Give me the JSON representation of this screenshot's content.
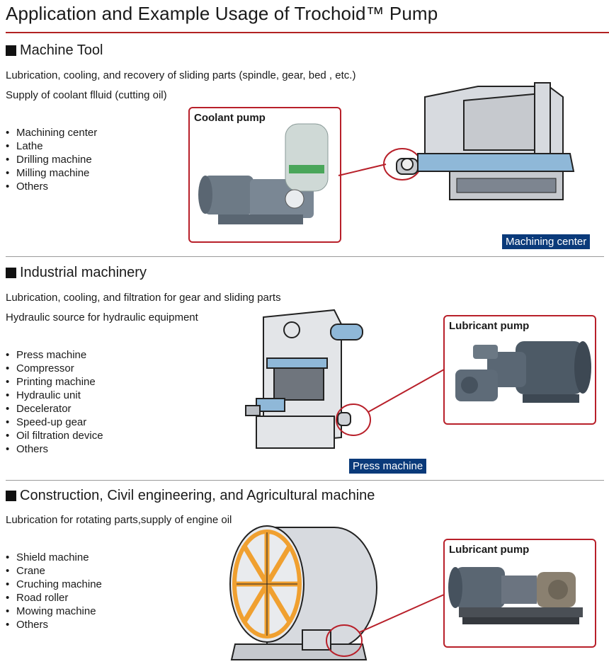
{
  "title": "Application and Example Usage of Trochoid™ Pump",
  "sections": [
    {
      "heading": "Machine Tool",
      "lines": [
        "Lubrication, cooling, and recovery of sliding parts (spindle, gear, bed , etc.)",
        "Supply of coolant flluid (cutting oil)"
      ],
      "items": [
        "Machining center",
        "Lathe",
        "Drilling machine",
        "Milling machine",
        "Others"
      ],
      "pump_label": "Coolant pump",
      "tag": "Machining center"
    },
    {
      "heading": "Industrial machinery",
      "lines": [
        "Lubrication, cooling, and filtration for gear and sliding parts",
        "Hydraulic source for hydraulic equipment"
      ],
      "items": [
        "Press machine",
        "Compressor",
        "Printing machine",
        "Hydraulic unit",
        "Decelerator",
        "Speed-up gear",
        "Oil filtration device",
        "Others"
      ],
      "pump_label": "Lubricant pump",
      "tag": "Press machine"
    },
    {
      "heading": "Construction, Civil engineering, and Agricultural machine",
      "lines": [
        "Lubrication for rotating parts,supply of engine oil"
      ],
      "items": [
        "Shield machine",
        "Crane",
        "Cruching machine",
        "Road roller",
        "Mowing machine",
        "Others"
      ],
      "pump_label": "Lubricant pump"
    }
  ],
  "colors": {
    "accent_red": "#b8202a",
    "tag_blue": "#0a3a7a",
    "machine_gray": "#d7dadf",
    "highlight_blue": "#8fb8d8",
    "cutter_orange": "#f0a030"
  }
}
